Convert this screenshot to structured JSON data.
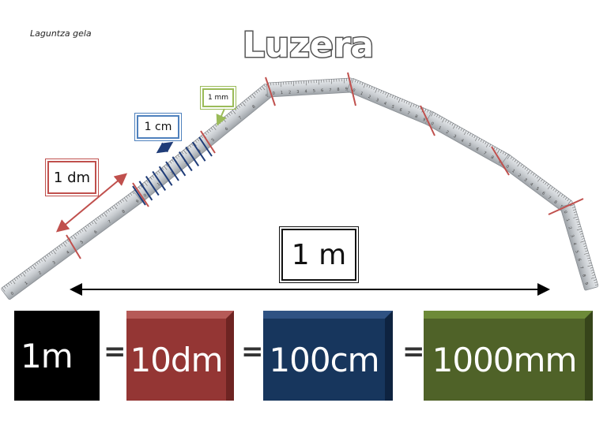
{
  "header": {
    "caption": "Laguntza gela",
    "title": "Luzera"
  },
  "labels": {
    "dm": "1 dm",
    "cm": "1 cm",
    "mm": "1 mm",
    "m": "1 m"
  },
  "equivalence": {
    "items": [
      "1m",
      "10dm",
      "100cm",
      "1000mm"
    ],
    "separator": "="
  },
  "ruler_digits": [
    "0",
    "1",
    "2",
    "3",
    "4",
    "5",
    "6",
    "7",
    "8",
    "9"
  ],
  "colors": {
    "dm": "#c0504d",
    "cm": "#4f81bd",
    "mm": "#9bbb59",
    "m_block": "#000000",
    "dm_block": "#943634",
    "cm_block": "#17365d",
    "mm_block": "#4f6228"
  }
}
